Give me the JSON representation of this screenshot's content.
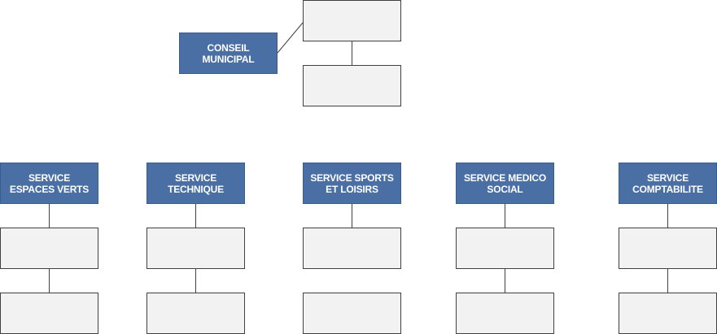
{
  "org_chart": {
    "council": {
      "label": "CONSEIL MUNICIPAL"
    },
    "services": [
      {
        "label": "SERVICE ESPACES VERTS"
      },
      {
        "label": "SERVICE TECHNIQUE"
      },
      {
        "label": "SERVICE SPORTS ET LOISIRS"
      },
      {
        "label": "SERVICE MEDICO SOCIAL"
      },
      {
        "label": "SERVICE COMPTABILITE"
      }
    ]
  },
  "colors": {
    "header_fill": "#4a6fa5",
    "header_text": "#ffffff",
    "empty_box_fill": "#f2f2f2",
    "line": "#404040"
  }
}
